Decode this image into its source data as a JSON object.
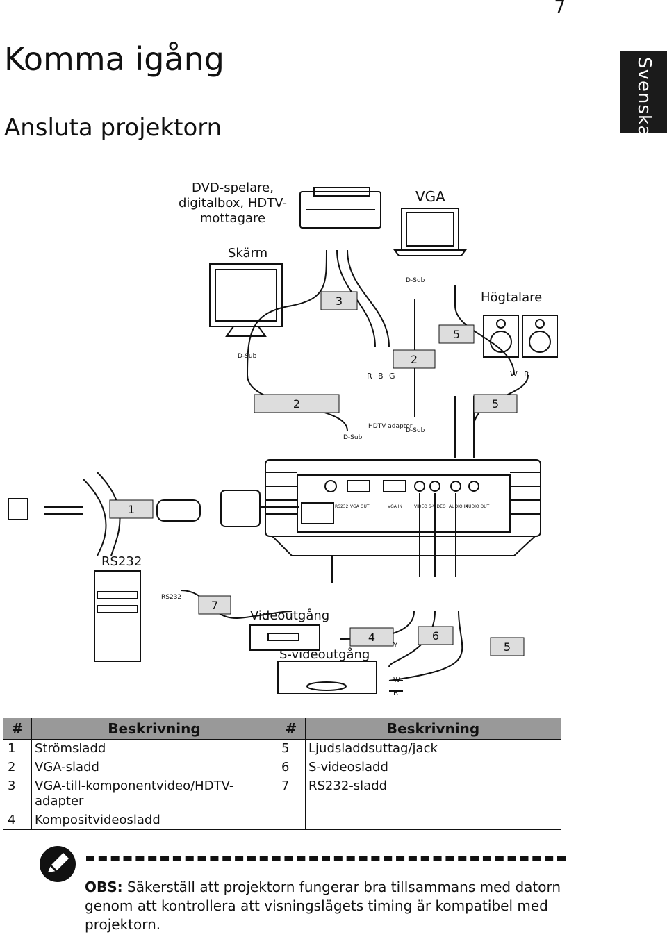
{
  "page": {
    "number": "7",
    "side_tab": "Svenska"
  },
  "heading": {
    "title": "Komma igång",
    "subtitle": "Ansluta projektorn"
  },
  "diagram": {
    "labels": {
      "dvd": [
        "DVD-spelare,",
        "digitalbox, HDTV-",
        "mottagare"
      ],
      "vga": "VGA",
      "screen": "Skärm",
      "speakers": "Högtalare",
      "rs232": "RS232",
      "video_out": "Videoutgång",
      "svideo_out": "S-videoutgång",
      "dsub": "D-Sub",
      "hdtv_adapter": "HDTV adapter",
      "rs232_port": "RS232",
      "rbg": [
        "R",
        "B",
        "G"
      ],
      "wr": [
        "W",
        "R"
      ],
      "yw": [
        "Y",
        "W",
        "R"
      ]
    },
    "ports": [
      "RS232",
      "VGA OUT",
      "VGA IN",
      "VIDEO",
      "S-VIDEO",
      "AUDIO IN",
      "AUDIO OUT"
    ],
    "callouts": {
      "c1": "1",
      "c2a": "2",
      "c2b": "2",
      "c3": "3",
      "c4": "4",
      "c5a": "5",
      "c5b": "5",
      "c5c": "5",
      "c6": "6",
      "c7": "7"
    }
  },
  "table": {
    "headers": [
      "#",
      "Beskrivning",
      "#",
      "Beskrivning"
    ],
    "rows": [
      [
        "1",
        "Strömsladd",
        "5",
        "Ljudsladdsuttag/jack"
      ],
      [
        "2",
        "VGA-sladd",
        "6",
        "S-videosladd"
      ],
      [
        "3",
        "VGA-till-komponentvideo/HDTV-adapter",
        "7",
        "RS232-sladd"
      ],
      [
        "4",
        "Kompositvideosladd",
        "",
        ""
      ]
    ]
  },
  "note": {
    "label": "OBS:",
    "text": " Säkerställ att projektorn fungerar bra tillsammans med datorn genom att kontrollera att visningslägets timing är kompatibel med projektorn."
  }
}
